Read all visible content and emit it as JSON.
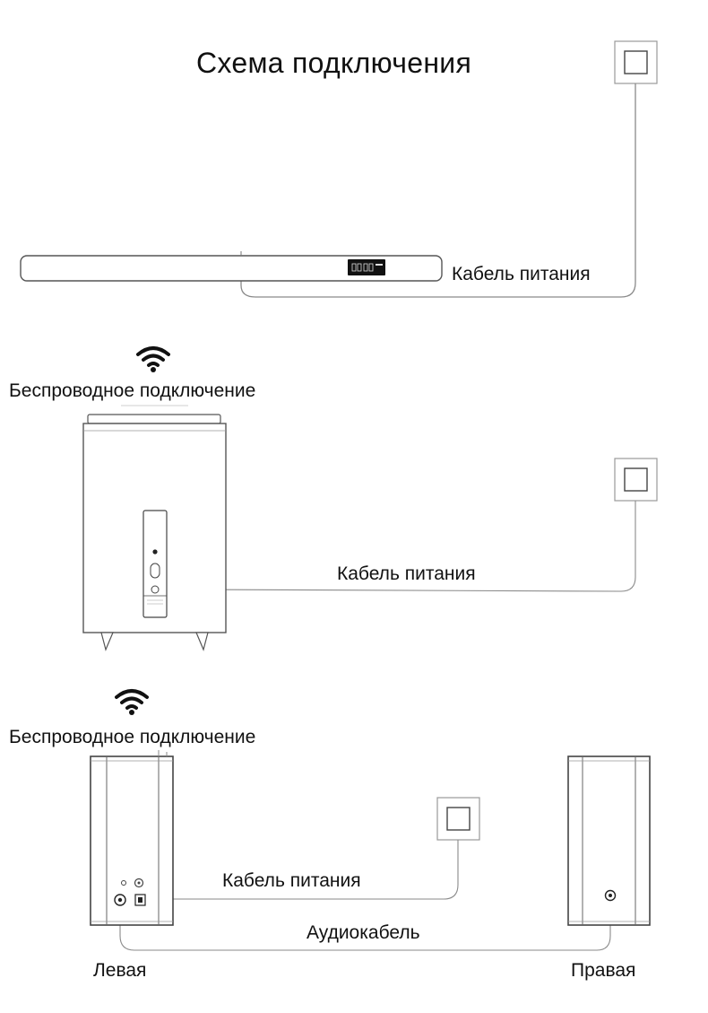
{
  "title": "Схема подключения",
  "sections": {
    "soundbar": {
      "power_cable_label": "Кабель питания"
    },
    "subwoofer": {
      "wireless_label": "Беспроводное подключение",
      "power_cable_label": "Кабель питания"
    },
    "speakers": {
      "wireless_label": "Беспроводное подключение",
      "power_cable_label": "Кабель питания",
      "audio_cable_label": "Аудиокабель",
      "left_label": "Левая",
      "right_label": "Правая"
    }
  },
  "icons": [
    "wall-outlet-icon",
    "wifi-icon"
  ],
  "colors": {
    "line": "#8a8a8a",
    "device_stroke": "#555555",
    "display": "#111111"
  }
}
